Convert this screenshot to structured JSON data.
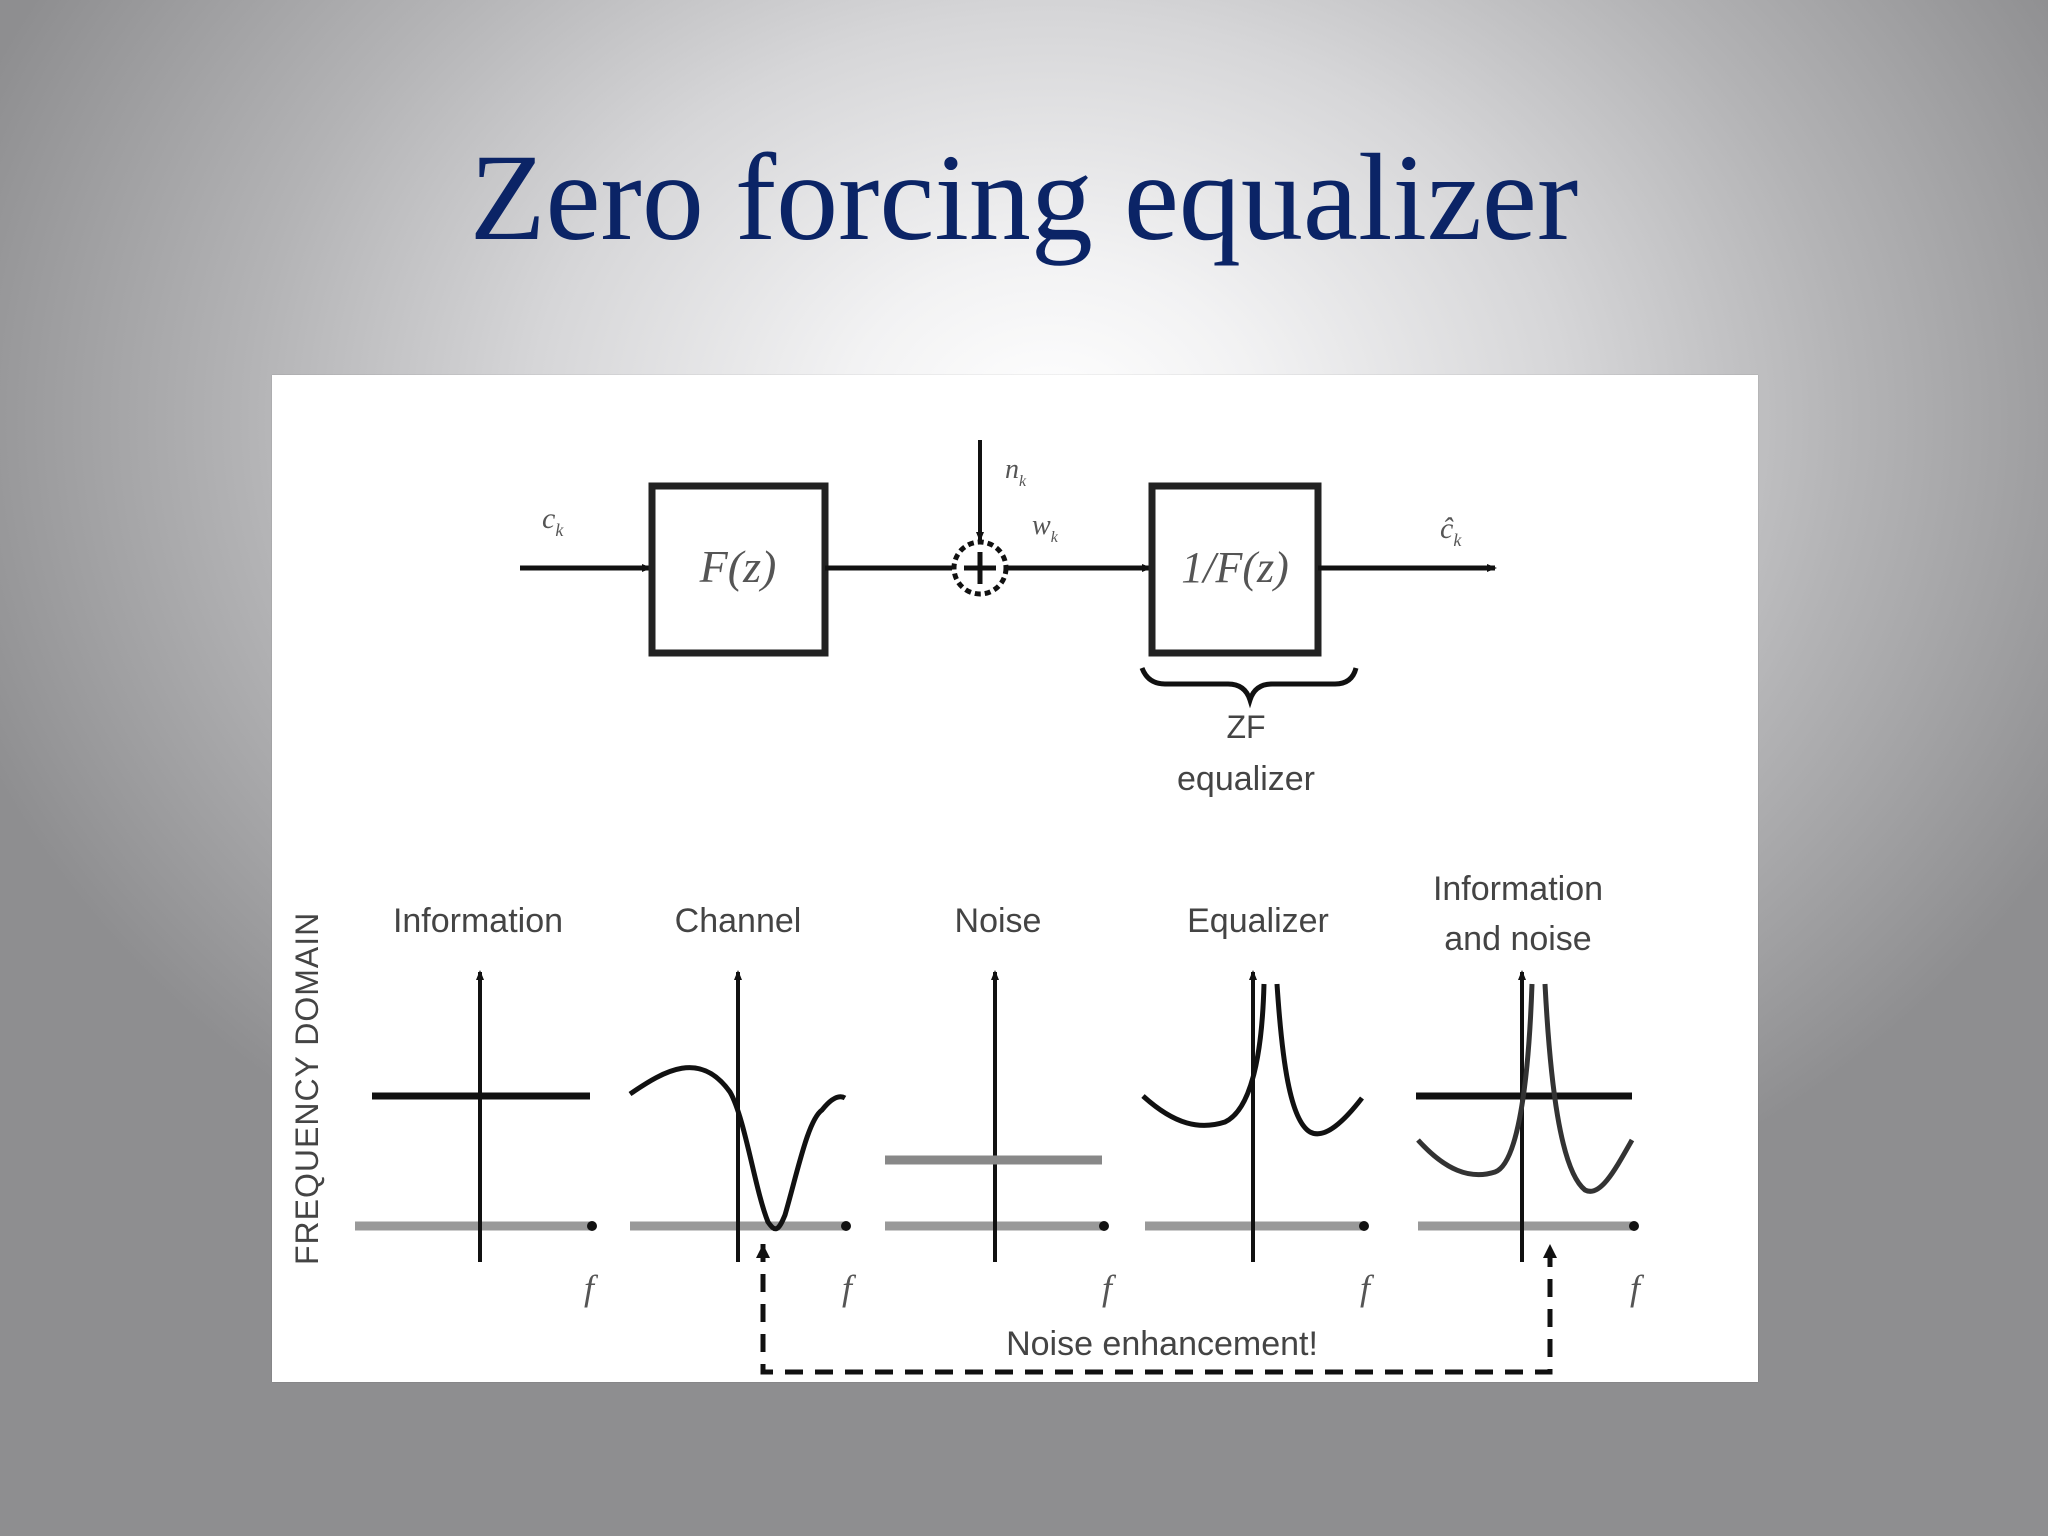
{
  "slide": {
    "title": "Zero forcing equalizer",
    "title_color": "#0b2466"
  },
  "block_diagram": {
    "input_label": "c",
    "input_label_sub": "k",
    "channel_block_label": "F(z)",
    "noise_label": "n",
    "noise_label_sub": "k",
    "received_label": "w",
    "received_label_sub": "k",
    "summer_symbol": "+",
    "equalizer_block_label": "1/F(z)",
    "output_label": "ĉ",
    "output_label_sub": "k",
    "brace_label_line1": "ZF",
    "brace_label_line2": "equalizer"
  },
  "frequency_domain": {
    "side_label": "FREQUENCY DOMAIN",
    "axis_label": "f",
    "panels": [
      {
        "title": "Information"
      },
      {
        "title": "Channel"
      },
      {
        "title": "Noise"
      },
      {
        "title": "Equalizer"
      },
      {
        "title_line1": "Information",
        "title_line2": "and noise"
      }
    ],
    "annotation": "Noise enhancement!"
  }
}
